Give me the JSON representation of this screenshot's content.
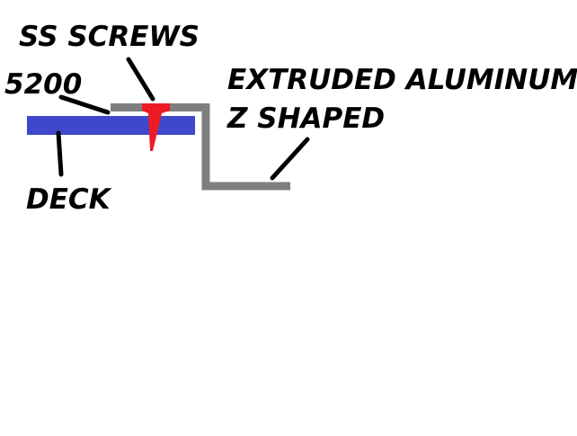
{
  "diagram": {
    "labels": {
      "screws": "SS SCREWS",
      "sealant": "5200",
      "extrusion_line1": "EXTRUDED ALUMINUM",
      "extrusion_line2": "Z SHAPED",
      "deck": "DECK"
    },
    "colors": {
      "deck": "#3f48cc",
      "extrusion": "#7f7f7f",
      "screw": "#ed1c24",
      "leader": "#000000",
      "background": "#ffffff"
    }
  }
}
